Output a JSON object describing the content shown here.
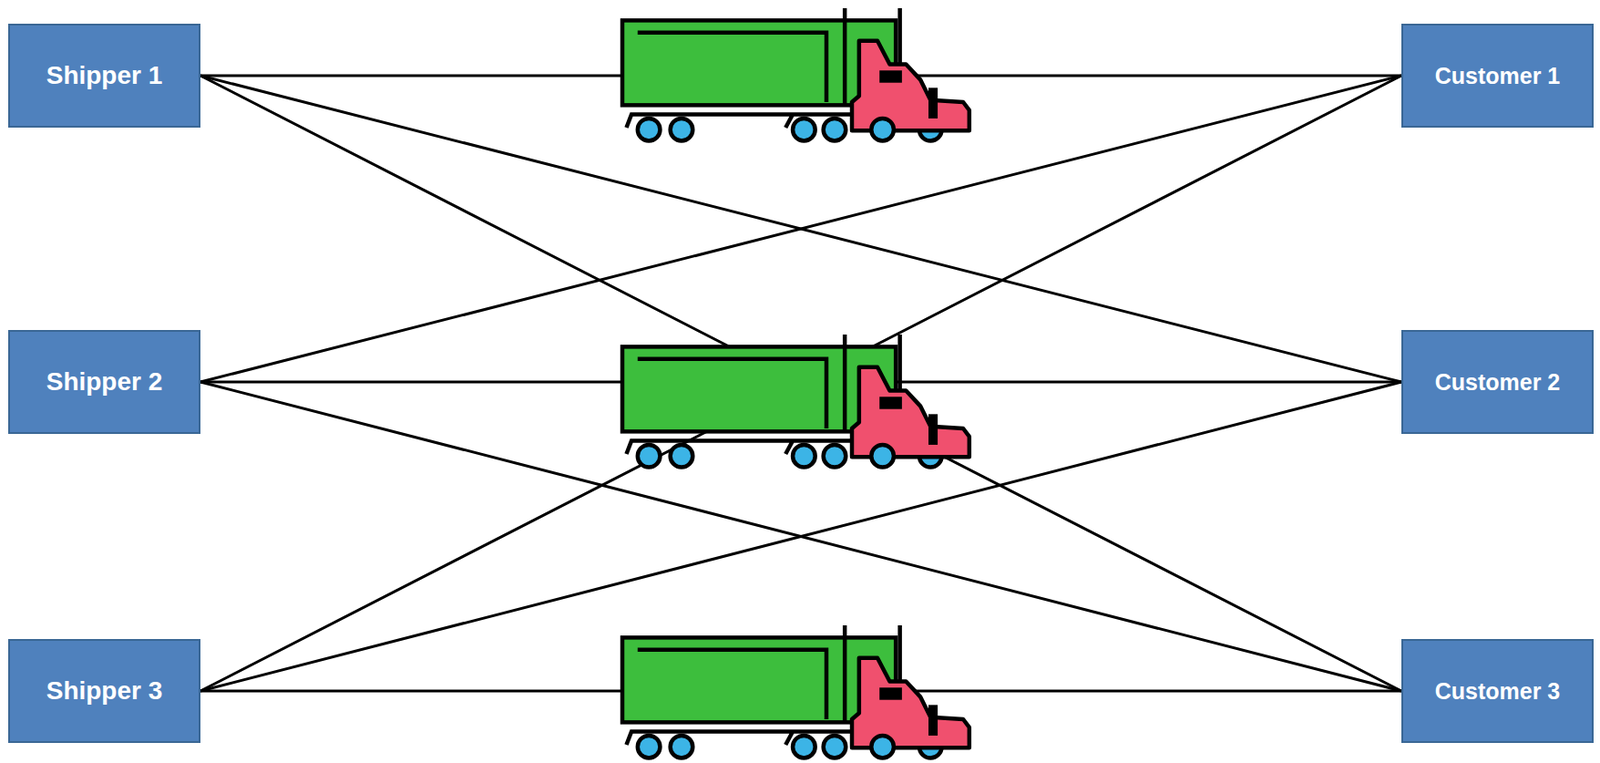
{
  "diagram": {
    "nodes": [
      {
        "text": [
          "Shipper 1"
        ]
      },
      {
        "text": [
          "Customer 1"
        ]
      },
      {
        "text": [
          "Shipper 2"
        ]
      },
      {
        "text": [
          "Customer 2"
        ]
      },
      {
        "text": [
          "Shipper 3"
        ]
      },
      {
        "text": [
          "Customer 3"
        ]
      }
    ],
    "edges": [
      {
        "from": 0,
        "to": 1,
        "arrow": "none"
      },
      {
        "from": 0,
        "to": 3,
        "arrow": "none"
      },
      {
        "from": 0,
        "to": 5,
        "arrow": "none"
      },
      {
        "from": 2,
        "to": 1,
        "arrow": "none"
      },
      {
        "from": 2,
        "to": 3,
        "arrow": "none"
      },
      {
        "from": 2,
        "to": 5,
        "arrow": "none"
      },
      {
        "from": 4,
        "to": 1,
        "arrow": "none"
      },
      {
        "from": 4,
        "to": 3,
        "arrow": "none"
      },
      {
        "from": 4,
        "to": 5,
        "arrow": "none"
      }
    ]
  }
}
